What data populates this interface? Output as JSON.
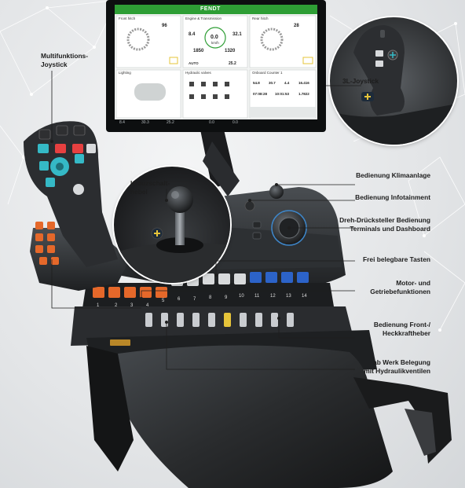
{
  "labels": {
    "multifunktions_joystick": [
      "Multifunktions-",
      "Joystick"
    ],
    "kreuzschalthebel": [
      "Kreuzschalt-",
      "hebel"
    ],
    "joystick_3l": "3L-Joystick",
    "klimaanlage": "Bedienung Klimaanlage",
    "infotainment": "Bedienung Infotainment",
    "drehdrueck": [
      "Dreh-Drücksteller Bedienung",
      "Terminals und Dashboard"
    ],
    "tasten": "Frei belegbare Tasten",
    "motor": [
      "Motor- und",
      "Getriebefunktionen"
    ],
    "kraftheber": [
      "Bedienung Front-/",
      "Heckkraftheber"
    ],
    "hydraulik": [
      "ab Werk Belegung",
      "mit Hydraulikventilen"
    ]
  },
  "screen": {
    "brand": "FENDT",
    "panels": {
      "front_hitch": "Front hitch",
      "engine_transmission": "Engine & Transmission",
      "rear_hitch": "Rear hitch",
      "lighting": "Lighting",
      "hydraulic_valves": "Hydraulic valves",
      "onboard_counter": "Onboard Counter 1"
    },
    "readouts": {
      "front_pct": "96",
      "rear_pct": "28",
      "speed_left": "8.4",
      "speed_center": "0.0",
      "speed_unit": "km/h",
      "speed_right": "32.1",
      "rpm_left": "1850",
      "rpm_right": "1320",
      "auto": "AUTO",
      "eco": "25.2",
      "counter_values": [
        "54.8",
        "30.7",
        "4.4",
        "16.416"
      ],
      "counter_values_2": [
        "07:08:28",
        "10:01:53",
        "1.7822"
      ]
    },
    "status": [
      "8.4",
      "30.3",
      "25.2",
      "0.0",
      "0.0"
    ]
  },
  "button_numbers": [
    "1",
    "2",
    "3",
    "4",
    "5",
    "6",
    "7",
    "8",
    "9",
    "10",
    "11",
    "12",
    "13",
    "14"
  ],
  "colors": {
    "accent_green": "#2e9e35",
    "orange_key": "#e5682a",
    "blue_key": "#2c63c9",
    "cyan_key": "#35b9c6",
    "callout_line": "#1e1e1e"
  }
}
